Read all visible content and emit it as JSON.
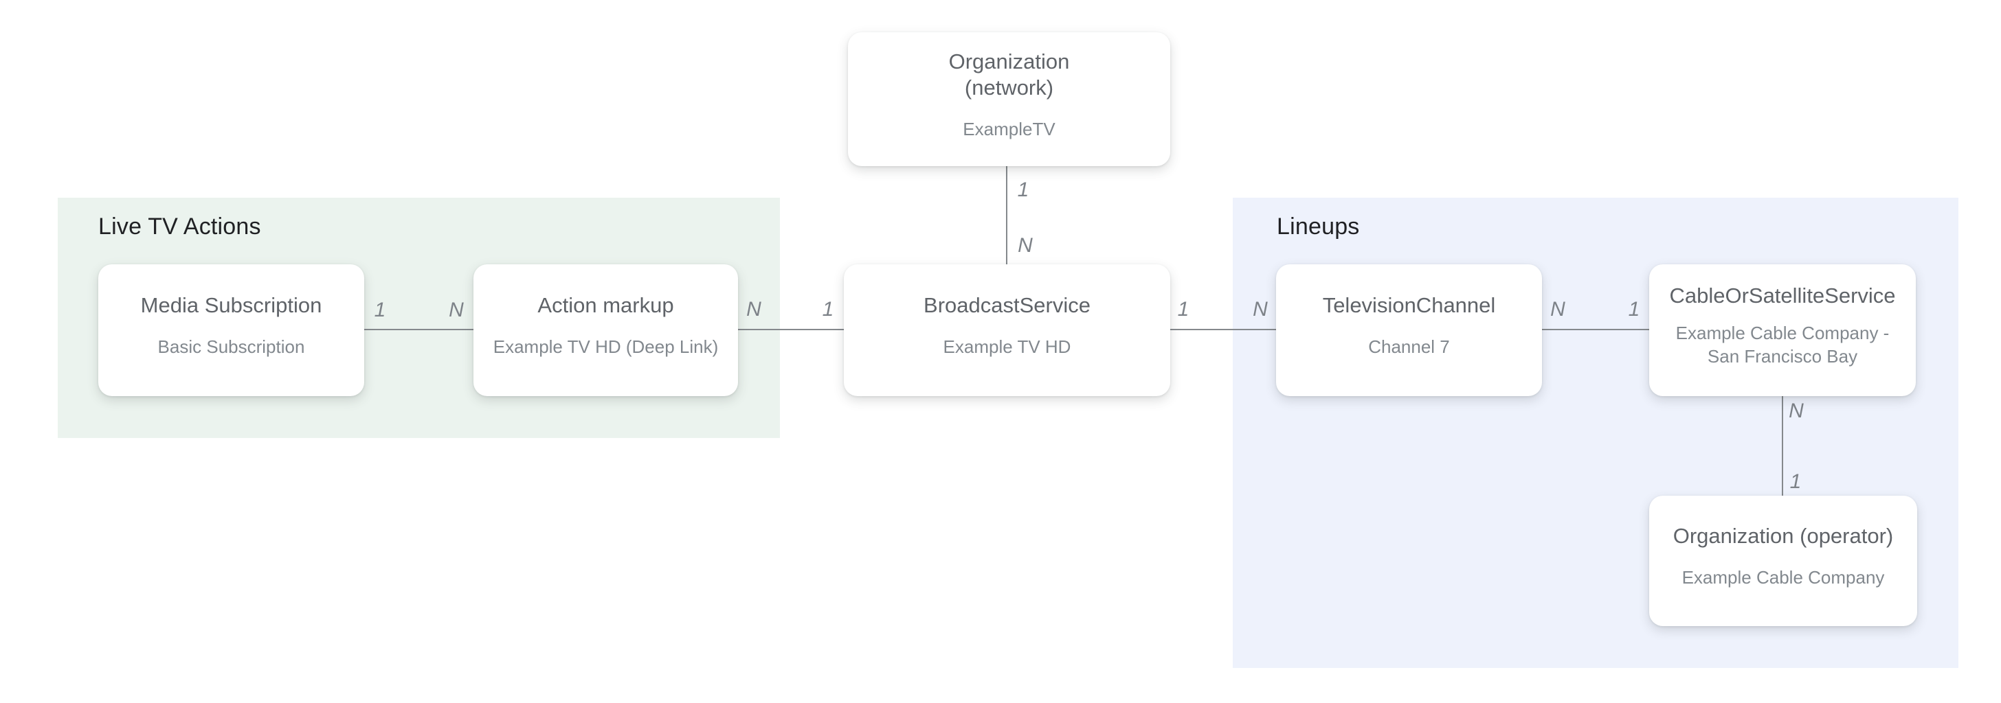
{
  "regions": [
    {
      "id": "live-tv-actions",
      "label": "Live TV Actions",
      "color": "#EBF3EE"
    },
    {
      "id": "lineups",
      "label": "Lineups",
      "color": "#EEF2FC"
    }
  ],
  "nodes": [
    {
      "id": "organization-network",
      "title": "Organization (network)",
      "subtitle": "ExampleTV",
      "region": null
    },
    {
      "id": "media-subscription",
      "title": "Media Subscription",
      "subtitle": "Basic Subscription",
      "region": "live-tv-actions"
    },
    {
      "id": "action-markup",
      "title": "Action markup",
      "subtitle": "Example TV HD (Deep Link)",
      "region": "live-tv-actions"
    },
    {
      "id": "broadcast-service",
      "title": "BroadcastService",
      "subtitle": "Example TV HD",
      "region": null
    },
    {
      "id": "television-channel",
      "title": "TelevisionChannel",
      "subtitle": "Channel 7",
      "region": "lineups"
    },
    {
      "id": "cable-or-satellite-service",
      "title": "CableOrSatelliteService",
      "subtitle": "Example Cable Company - San Francisco Bay",
      "region": "lineups"
    },
    {
      "id": "organization-operator",
      "title": "Organization (operator)",
      "subtitle": "Example Cable Company",
      "region": "lineups"
    }
  ],
  "edges": [
    {
      "from": "organization-network",
      "to": "broadcast-service",
      "orientation": "vertical",
      "from_card": "1",
      "to_card": "N"
    },
    {
      "from": "media-subscription",
      "to": "action-markup",
      "orientation": "horizontal",
      "from_card": "1",
      "to_card": "N"
    },
    {
      "from": "action-markup",
      "to": "broadcast-service",
      "orientation": "horizontal",
      "from_card": "N",
      "to_card": "1"
    },
    {
      "from": "broadcast-service",
      "to": "television-channel",
      "orientation": "horizontal",
      "from_card": "1",
      "to_card": "N"
    },
    {
      "from": "television-channel",
      "to": "cable-or-satellite-service",
      "orientation": "horizontal",
      "from_card": "N",
      "to_card": "1"
    },
    {
      "from": "cable-or-satellite-service",
      "to": "organization-operator",
      "orientation": "vertical",
      "from_card": "N",
      "to_card": "1"
    }
  ],
  "colors": {
    "background": "#FFFFFF",
    "region_live_tv_actions": "#EBF3EE",
    "region_lineups": "#EEF2FC",
    "node_background": "#FFFFFF",
    "node_title": "#5F6368",
    "node_subtitle": "#82888E",
    "region_title": "#202124",
    "connector": "#85898D",
    "cardinality": "#7D8288"
  }
}
